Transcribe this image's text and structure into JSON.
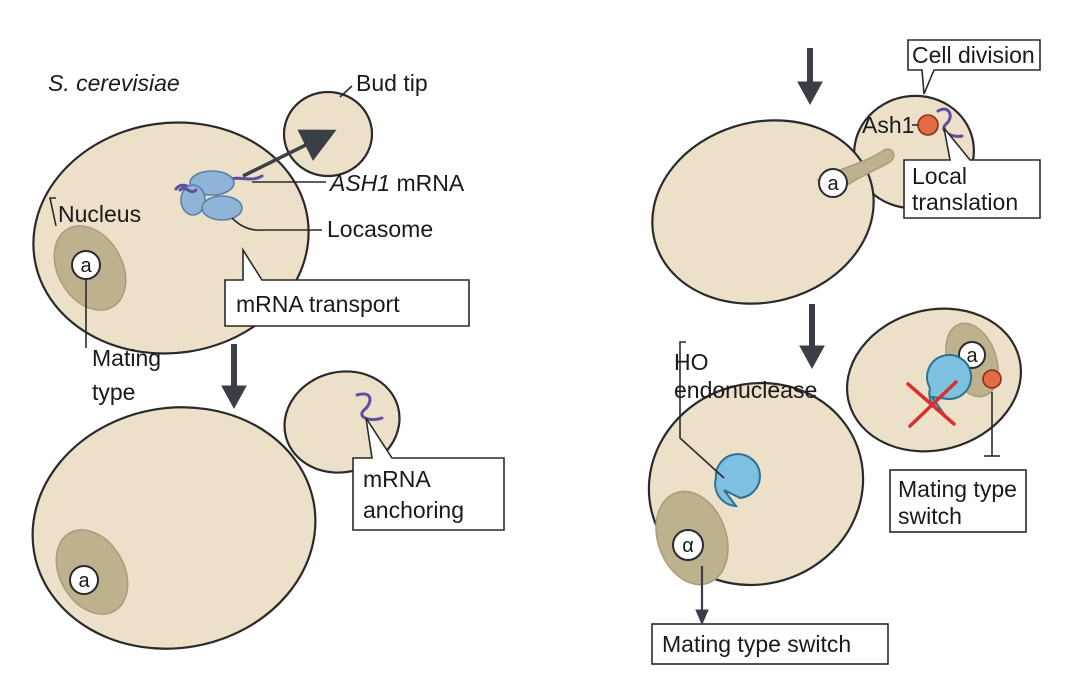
{
  "left_panel": {
    "species": "S. cerevisiae",
    "bud_tip": "Bud tip",
    "ash1_italic": "ASH1",
    "ash1_rest": " mRNA",
    "nucleus": "Nucleus",
    "locasome": "Locasome",
    "mrna_transport": "mRNA transport",
    "mating_type_line1": "Mating",
    "mating_type_line2": "type",
    "mrna_anchoring_line1": "mRNA",
    "mrna_anchoring_line2": "anchoring",
    "mating_a_top": "a",
    "mating_a_bottom": "a"
  },
  "right_panel": {
    "cell_division": "Cell division",
    "ash1_protein": "Ash1",
    "local_translation_line1": "Local",
    "local_translation_line2": "translation",
    "mating_a_top": "a",
    "ho_line1": "HO",
    "ho_line2": "endonuclease",
    "mating_a_daughter": "a",
    "mating_alpha": "α",
    "mating_type_switch_inhibited_line1": "Mating type",
    "mating_type_switch_inhibited_line2": "switch",
    "mating_type_switch": "Mating type switch"
  },
  "colors": {
    "cell_fill": "#ede0c8",
    "nucleus_fill": "#bdb18e",
    "mrna": "#5d4fa0",
    "locasome": "#8fb4d8",
    "ash1_protein": "#e06b45",
    "ho_endonuclease": "#7dc0e0",
    "inhibition_cross": "#d9302b"
  }
}
